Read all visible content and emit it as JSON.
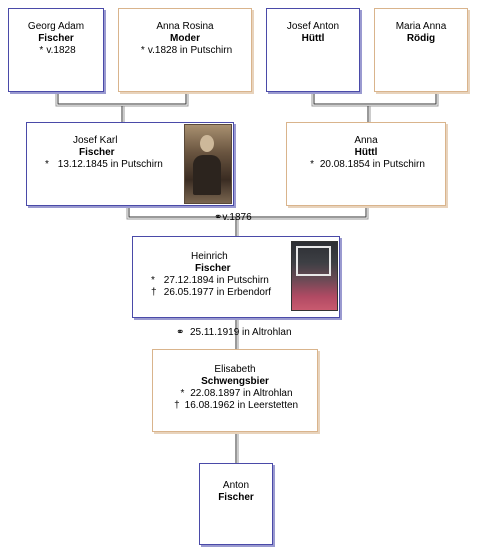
{
  "marriage_symbol": "⚭",
  "birth_symbol": "*",
  "death_symbol": "†",
  "persons": {
    "georg": {
      "first": "Georg Adam",
      "last": "Fischer",
      "line1": "v.1828"
    },
    "anna_rosina": {
      "first": "Anna Rosina",
      "last": "Moder",
      "line1": "v.1828 in Putschirn"
    },
    "josef_anton": {
      "first": "Josef Anton",
      "last": "Hüttl"
    },
    "maria_anna": {
      "first": "Maria Anna",
      "last": "Rödig"
    },
    "josef_karl": {
      "first": "Josef Karl",
      "last": "Fischer",
      "line1": "13.12.1845 in Putschirn"
    },
    "anna": {
      "first": "Anna",
      "last": "Hüttl",
      "line1": "20.08.1854 in Putschirn"
    },
    "heinrich": {
      "first": "Heinrich",
      "last": "Fischer",
      "line1": "27.12.1894 in Putschirn",
      "line2": "26.05.1977 in Erbendorf"
    },
    "elisabeth": {
      "first": "Elisabeth",
      "last": "Schwengsbier",
      "line1": "22.08.1897 in Altrohlan",
      "line2": "16.08.1962 in Leerstetten"
    },
    "anton": {
      "first": "Anton",
      "last": "Fischer"
    }
  },
  "marriages": {
    "m1": "v.1876",
    "m2": "25.11.1919 in Altrohlan"
  }
}
